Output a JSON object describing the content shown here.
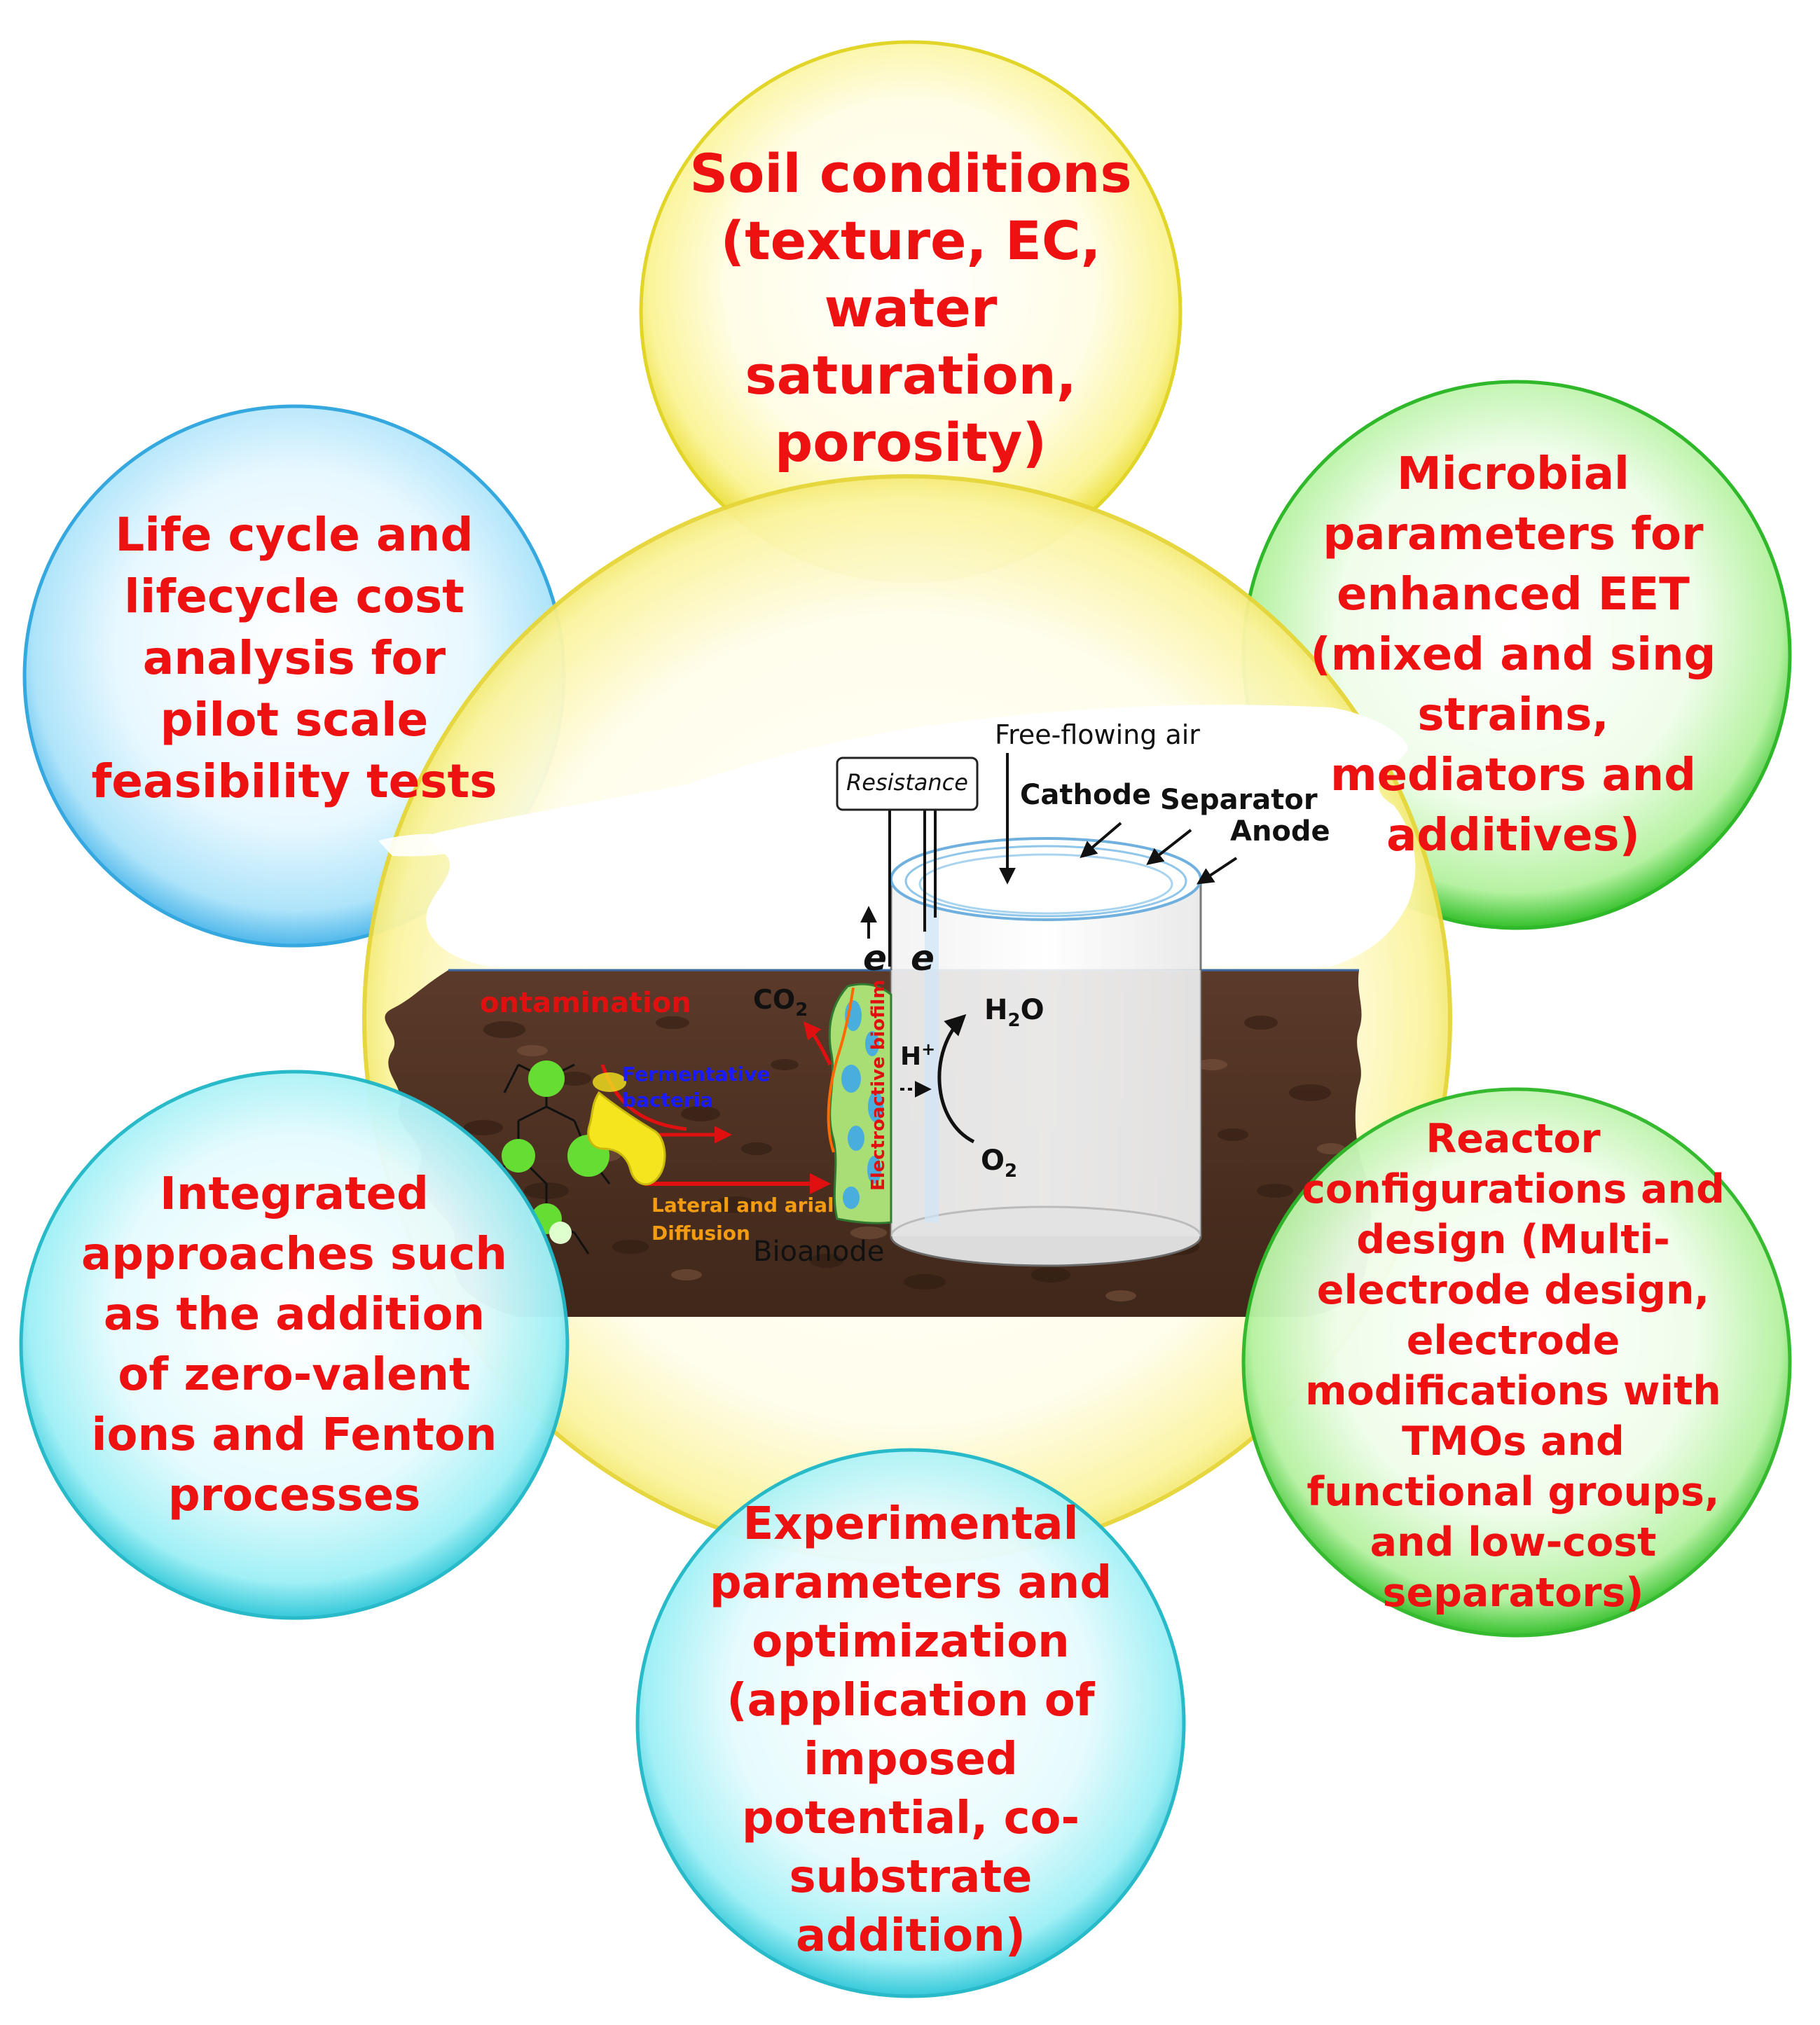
{
  "center_diagram": {
    "labels": {
      "free_flowing_air": "Free-flowing air",
      "resistance": "Resistance",
      "cathode": "Cathode",
      "separator": "Separator",
      "anode": "Anode",
      "electron_1": "e",
      "electron_2": "e",
      "co2": "CO",
      "co2_sub": "2",
      "h2o_h": "H",
      "h2o_sub": "2",
      "h2o_o": "O",
      "h_plus": "H",
      "h_plus_sup": "+",
      "o2": "O",
      "o2_sub": "2",
      "contamination": "ontamination",
      "fermentative_bacteria_1": "Fermentative",
      "fermentative_bacteria_2": "bacteria",
      "electroactive_biofilm": "Electroactive biofilm",
      "lateral_diffusion_1": "Lateral and arial",
      "lateral_diffusion_2": "Diffusion",
      "bioanode": "Bioanode"
    }
  },
  "bubbles": {
    "soil": "Soil conditions\n(texture, EC,\nwater\nsaturation,\nporosity)",
    "life_cycle": "Life cycle and\nlifecycle cost\nanalysis for\npilot scale\nfeasibility tests",
    "microbial": "Microbial\nparameters for\nenhanced EET\n(mixed and sing\nstrains,\nmediators and\nadditives)",
    "integrated": "Integrated\napproaches such\nas the addition\nof zero-valent\nions and Fenton\nprocesses",
    "reactor": "Reactor\nconfigurations and\ndesign (Multi-\nelectrode design,\nelectrode\nmodifications with\nTMOs and\nfunctional groups,\nand low-cost\nseparators)",
    "experimental": "Experimental\nparameters and\noptimization\n(application of\nimposed\npotential, co-\nsubstrate\naddition)"
  }
}
